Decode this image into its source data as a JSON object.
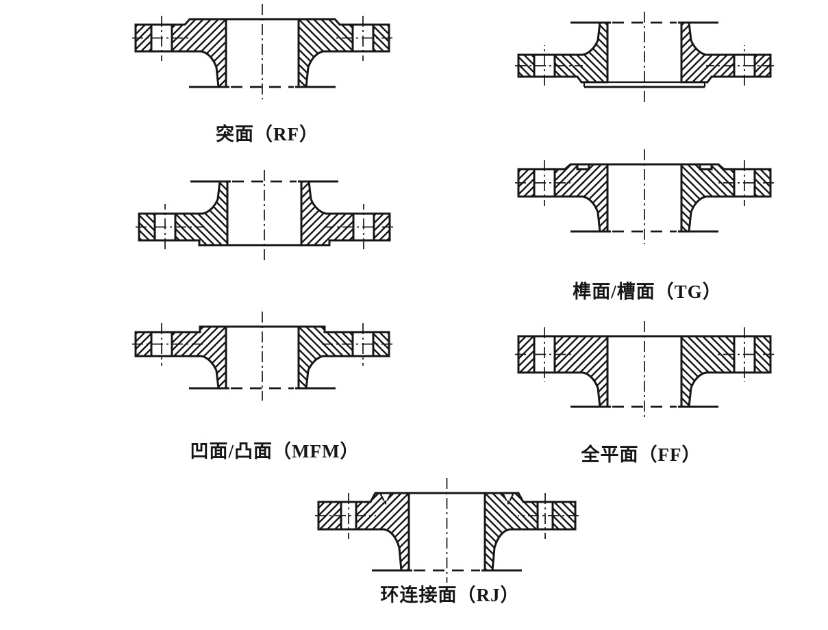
{
  "page": {
    "background": "#ffffff",
    "line_color": "#161616",
    "description": "Flange sealing face types, sectional views"
  },
  "figures": [
    {
      "id": "rf-flange",
      "label": "突面（RF）",
      "face": "raised-face",
      "orientation": "upright"
    },
    {
      "id": "mfm-female-flange",
      "label": "",
      "face": "female",
      "orientation": "inverted"
    },
    {
      "id": "mfm-male-flange",
      "label": "凹面/凸面（MFM）",
      "face": "male",
      "orientation": "upright"
    },
    {
      "id": "tg-groove-flange",
      "label": "",
      "face": "groove",
      "orientation": "inverted"
    },
    {
      "id": "tg-tongue-flange",
      "label": "榫面/槽面（TG）",
      "face": "tongue",
      "orientation": "upright"
    },
    {
      "id": "ff-flange",
      "label": "全平面（FF）",
      "face": "flat",
      "orientation": "upright"
    },
    {
      "id": "rj-flange",
      "label": "环连接面（RJ）",
      "face": "ring-joint",
      "orientation": "upright"
    }
  ]
}
